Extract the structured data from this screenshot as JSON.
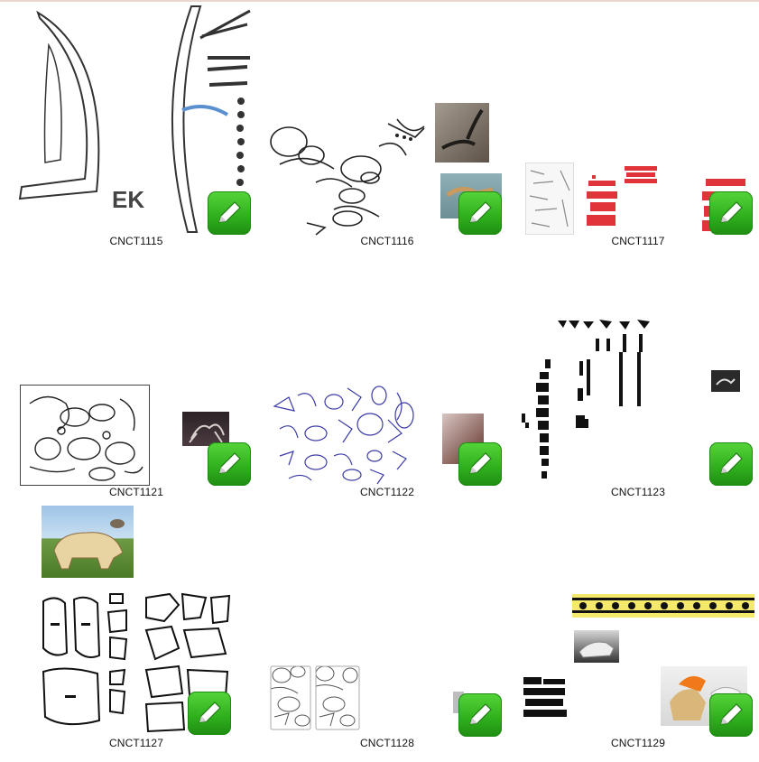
{
  "items": [
    {
      "id": "CNCT1115",
      "label": "CNCT1115",
      "thumb_text": "EK"
    },
    {
      "id": "CNCT1116",
      "label": "CNCT1116"
    },
    {
      "id": "CNCT1117",
      "label": "CNCT1117"
    },
    {
      "id": "CNCT1121",
      "label": "CNCT1121"
    },
    {
      "id": "CNCT1122",
      "label": "CNCT1122"
    },
    {
      "id": "CNCT1123",
      "label": "CNCT1123"
    },
    {
      "id": "CNCT1127",
      "label": "CNCT1127"
    },
    {
      "id": "CNCT1128",
      "label": "CNCT1128"
    },
    {
      "id": "CNCT1129",
      "label": "CNCT1129"
    }
  ],
  "colors": {
    "badge": "#35b521",
    "accent_red": "#e0343a",
    "line_blue": "#3a3aa8"
  },
  "icons": {
    "badge": "pencil-edit-icon"
  }
}
